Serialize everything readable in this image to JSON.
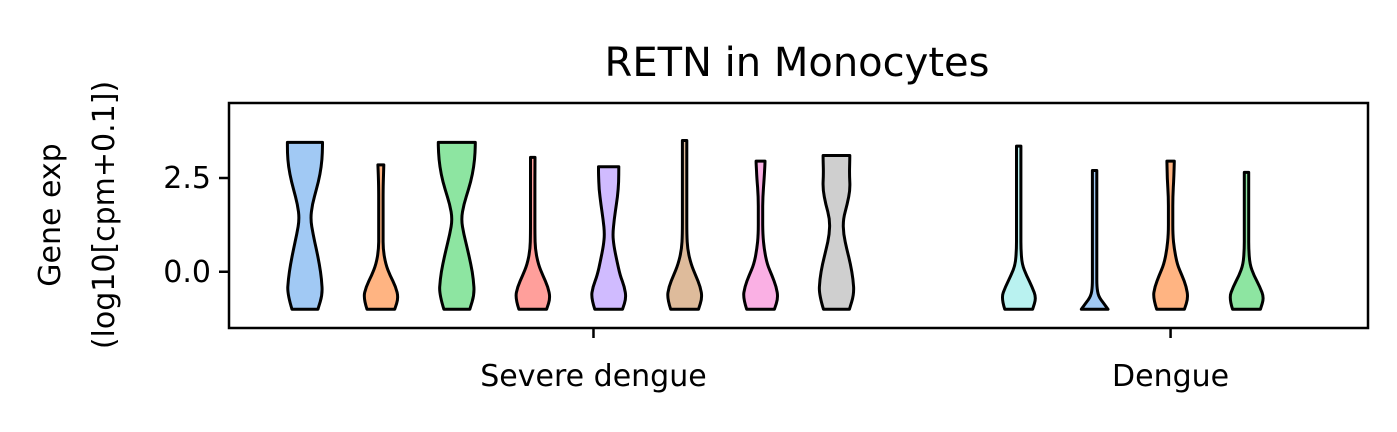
{
  "chart_data": {
    "type": "violin",
    "title": "RETN in Monocytes",
    "ylabel_lines": [
      "Gene exp",
      "(log10[cpm+0.1])"
    ],
    "xlabel": "",
    "ylim": [
      -1.5,
      4.5
    ],
    "yticks": [
      {
        "value": 0.0,
        "label": "0.0"
      },
      {
        "value": 2.5,
        "label": "2.5"
      }
    ],
    "groups": [
      {
        "label": "Severe dengue",
        "tick": 2.4
      },
      {
        "label": "Dengue",
        "tick": 6.2
      }
    ],
    "xlim": [
      0,
      7.5
    ],
    "violins": [
      {
        "x": 0.5,
        "min": -1.0,
        "max": 3.45,
        "color": "#a1c9f4",
        "profile": [
          [
            -1.0,
            0.7
          ],
          [
            -0.6,
            0.95
          ],
          [
            -0.2,
            0.9
          ],
          [
            0.2,
            0.78
          ],
          [
            0.6,
            0.62
          ],
          [
            1.0,
            0.44
          ],
          [
            1.4,
            0.3
          ],
          [
            1.8,
            0.4
          ],
          [
            2.2,
            0.62
          ],
          [
            2.6,
            0.82
          ],
          [
            3.0,
            0.93
          ],
          [
            3.35,
            0.95
          ],
          [
            3.45,
            0.95
          ]
        ]
      },
      {
        "x": 1.0,
        "min": -1.0,
        "max": 2.85,
        "color": "#ffb482",
        "profile": [
          [
            -1.0,
            0.75
          ],
          [
            -0.7,
            0.95
          ],
          [
            -0.4,
            0.8
          ],
          [
            -0.1,
            0.5
          ],
          [
            0.2,
            0.26
          ],
          [
            0.6,
            0.12
          ],
          [
            1.0,
            0.07
          ],
          [
            1.6,
            0.05
          ],
          [
            2.2,
            0.08
          ],
          [
            2.6,
            0.14
          ],
          [
            2.85,
            0.16
          ]
        ]
      },
      {
        "x": 1.5,
        "min": -1.0,
        "max": 3.45,
        "color": "#8de5a1",
        "profile": [
          [
            -1.0,
            0.7
          ],
          [
            -0.6,
            0.95
          ],
          [
            -0.2,
            0.9
          ],
          [
            0.2,
            0.76
          ],
          [
            0.6,
            0.58
          ],
          [
            1.0,
            0.38
          ],
          [
            1.4,
            0.24
          ],
          [
            1.8,
            0.38
          ],
          [
            2.2,
            0.64
          ],
          [
            2.6,
            0.85
          ],
          [
            3.0,
            0.97
          ],
          [
            3.35,
            1.0
          ],
          [
            3.45,
            1.0
          ]
        ]
      },
      {
        "x": 2.0,
        "min": -1.0,
        "max": 3.05,
        "color": "#ff9f9b",
        "profile": [
          [
            -1.0,
            0.75
          ],
          [
            -0.7,
            0.95
          ],
          [
            -0.4,
            0.82
          ],
          [
            -0.1,
            0.55
          ],
          [
            0.2,
            0.3
          ],
          [
            0.6,
            0.14
          ],
          [
            1.0,
            0.07
          ],
          [
            1.6,
            0.05
          ],
          [
            2.2,
            0.06
          ],
          [
            2.6,
            0.1
          ],
          [
            3.05,
            0.12
          ]
        ]
      },
      {
        "x": 2.5,
        "min": -1.0,
        "max": 2.8,
        "color": "#d0bbff",
        "profile": [
          [
            -1.0,
            0.75
          ],
          [
            -0.7,
            0.95
          ],
          [
            -0.4,
            0.85
          ],
          [
            -0.1,
            0.62
          ],
          [
            0.3,
            0.44
          ],
          [
            0.7,
            0.28
          ],
          [
            1.0,
            0.22
          ],
          [
            1.4,
            0.3
          ],
          [
            1.8,
            0.42
          ],
          [
            2.2,
            0.52
          ],
          [
            2.6,
            0.55
          ],
          [
            2.8,
            0.55
          ]
        ]
      },
      {
        "x": 3.0,
        "min": -1.0,
        "max": 3.5,
        "color": "#debb9b",
        "profile": [
          [
            -1.0,
            0.75
          ],
          [
            -0.7,
            0.95
          ],
          [
            -0.4,
            0.85
          ],
          [
            -0.1,
            0.6
          ],
          [
            0.2,
            0.35
          ],
          [
            0.6,
            0.16
          ],
          [
            1.0,
            0.08
          ],
          [
            1.6,
            0.05
          ],
          [
            2.2,
            0.04
          ],
          [
            2.8,
            0.04
          ],
          [
            3.2,
            0.05
          ],
          [
            3.5,
            0.04
          ]
        ]
      },
      {
        "x": 3.5,
        "min": -1.0,
        "max": 2.95,
        "color": "#fab0e4",
        "profile": [
          [
            -1.0,
            0.75
          ],
          [
            -0.7,
            0.95
          ],
          [
            -0.4,
            0.85
          ],
          [
            -0.1,
            0.62
          ],
          [
            0.2,
            0.36
          ],
          [
            0.6,
            0.2
          ],
          [
            1.0,
            0.12
          ],
          [
            1.5,
            0.1
          ],
          [
            2.0,
            0.12
          ],
          [
            2.5,
            0.2
          ],
          [
            2.9,
            0.24
          ],
          [
            2.95,
            0.24
          ]
        ]
      },
      {
        "x": 4.0,
        "min": -1.0,
        "max": 3.1,
        "color": "#cfcfcf",
        "profile": [
          [
            -1.0,
            0.7
          ],
          [
            -0.6,
            0.95
          ],
          [
            -0.2,
            0.9
          ],
          [
            0.2,
            0.76
          ],
          [
            0.6,
            0.56
          ],
          [
            1.0,
            0.38
          ],
          [
            1.4,
            0.36
          ],
          [
            1.8,
            0.58
          ],
          [
            2.2,
            0.74
          ],
          [
            2.6,
            0.7
          ],
          [
            3.0,
            0.72
          ],
          [
            3.1,
            0.72
          ]
        ]
      },
      {
        "x": 5.2,
        "min": -1.0,
        "max": 3.35,
        "color": "#b9f2f0",
        "profile": [
          [
            -1.0,
            0.75
          ],
          [
            -0.7,
            0.95
          ],
          [
            -0.4,
            0.72
          ],
          [
            -0.1,
            0.42
          ],
          [
            0.2,
            0.18
          ],
          [
            0.6,
            0.08
          ],
          [
            1.0,
            0.06
          ],
          [
            1.6,
            0.05
          ],
          [
            2.2,
            0.06
          ],
          [
            2.8,
            0.08
          ],
          [
            3.35,
            0.06
          ]
        ]
      },
      {
        "x": 5.7,
        "min": -1.0,
        "max": 2.7,
        "color": "#a1c9f4",
        "profile": [
          [
            -1.0,
            0.72
          ],
          [
            -0.85,
            0.5
          ],
          [
            -0.65,
            0.2
          ],
          [
            -0.4,
            0.07
          ],
          [
            0.0,
            0.04
          ],
          [
            0.8,
            0.03
          ],
          [
            1.6,
            0.03
          ],
          [
            2.3,
            0.02
          ],
          [
            2.7,
            0.02
          ]
        ]
      },
      {
        "x": 6.2,
        "min": -1.0,
        "max": 2.95,
        "color": "#ffb482",
        "profile": [
          [
            -1.0,
            0.75
          ],
          [
            -0.7,
            0.95
          ],
          [
            -0.4,
            0.85
          ],
          [
            -0.1,
            0.62
          ],
          [
            0.2,
            0.36
          ],
          [
            0.6,
            0.2
          ],
          [
            1.0,
            0.12
          ],
          [
            1.5,
            0.1
          ],
          [
            2.0,
            0.11
          ],
          [
            2.5,
            0.18
          ],
          [
            2.95,
            0.2
          ]
        ]
      },
      {
        "x": 6.7,
        "min": -1.0,
        "max": 2.65,
        "color": "#8de5a1",
        "profile": [
          [
            -1.0,
            0.75
          ],
          [
            -0.7,
            0.95
          ],
          [
            -0.4,
            0.72
          ],
          [
            -0.1,
            0.4
          ],
          [
            0.2,
            0.18
          ],
          [
            0.6,
            0.08
          ],
          [
            1.0,
            0.06
          ],
          [
            1.6,
            0.05
          ],
          [
            2.2,
            0.05
          ],
          [
            2.65,
            0.06
          ]
        ]
      }
    ]
  }
}
